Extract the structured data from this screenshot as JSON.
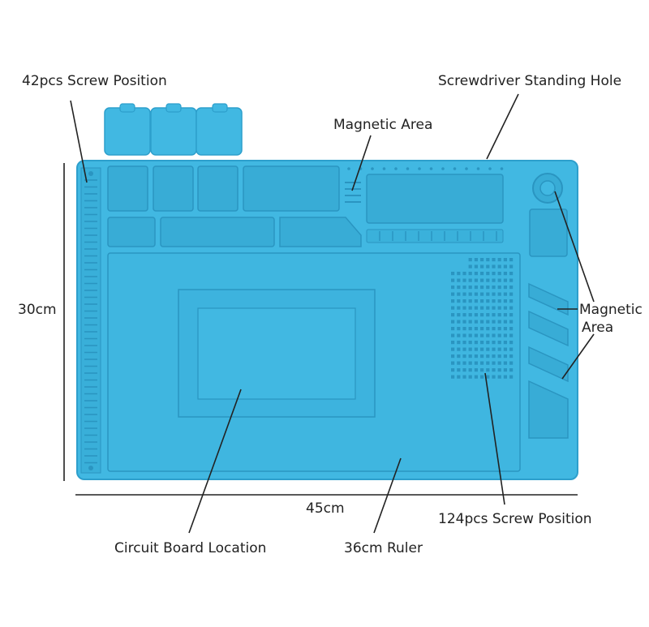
{
  "labels": {
    "screw_42": "42pcs Screw Position",
    "screwdriver_hole": "Screwdriver Standing Hole",
    "magnetic_top": "Magnetic Area",
    "magnetic_right_1": "Magnetic",
    "magnetic_right_2": "Area",
    "height": "30cm",
    "width": "45cm",
    "screw_124": "124pcs Screw Position",
    "circuit_board": "Circuit Board Location",
    "ruler": "36cm Ruler"
  },
  "colors": {
    "mat": "#41b8e2",
    "mat_edge": "#2d9fcc",
    "recess": "#38acd6",
    "shadow": "#2a95c1",
    "highlight": "#6ccbed",
    "line": "#222222"
  }
}
